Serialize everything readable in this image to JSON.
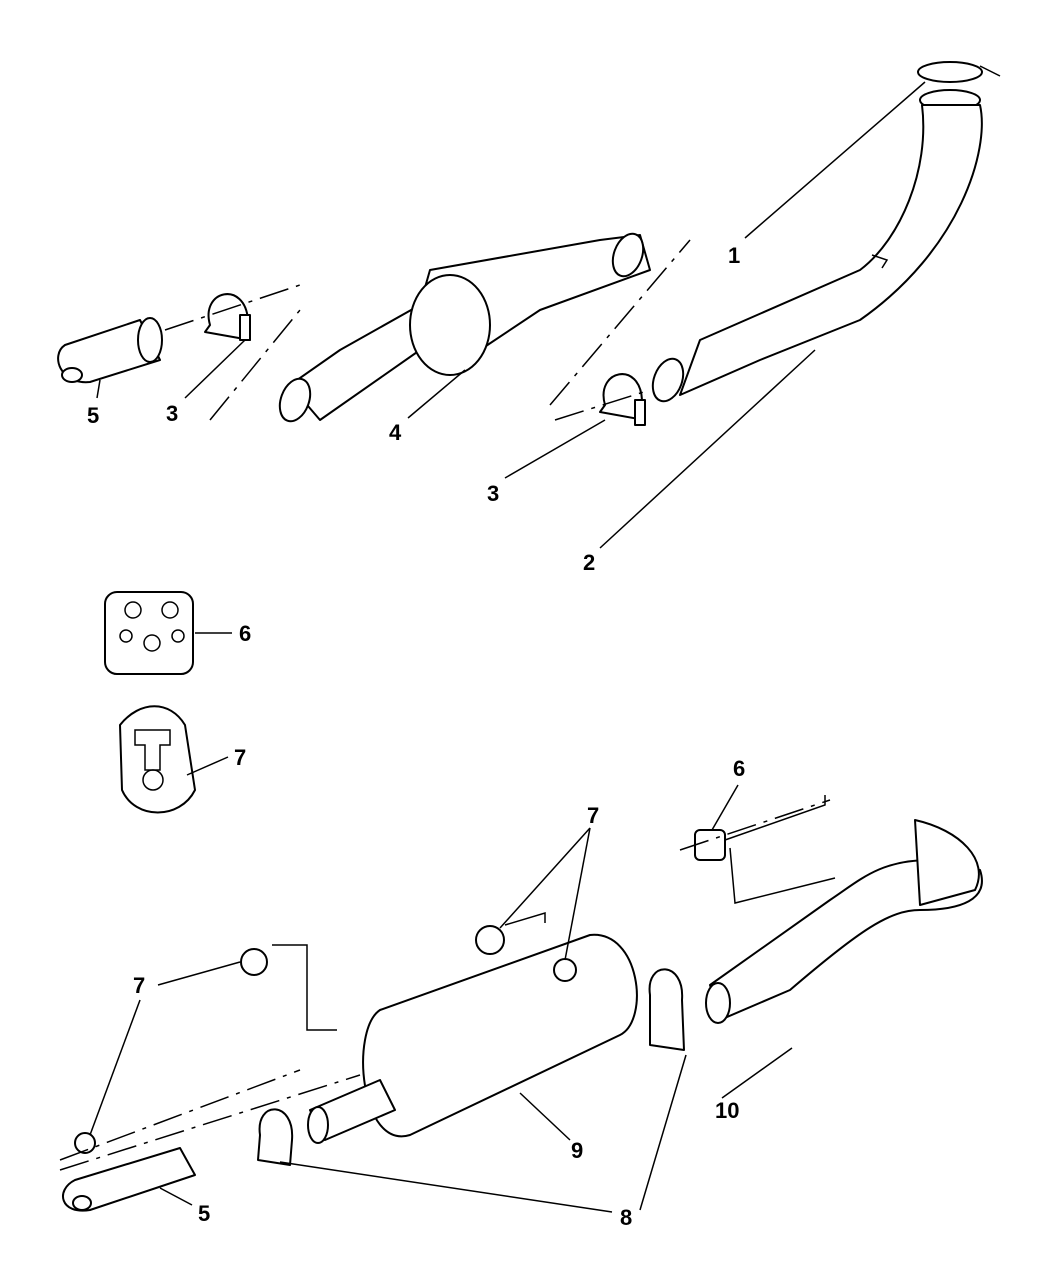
{
  "diagram": {
    "callouts": [
      {
        "id": "c1",
        "label": "1"
      },
      {
        "id": "c2",
        "label": "2"
      },
      {
        "id": "c3a",
        "label": "3"
      },
      {
        "id": "c3b",
        "label": "3"
      },
      {
        "id": "c4",
        "label": "4"
      },
      {
        "id": "c5a",
        "label": "5"
      },
      {
        "id": "c5b",
        "label": "5"
      },
      {
        "id": "c6a",
        "label": "6"
      },
      {
        "id": "c6b",
        "label": "6"
      },
      {
        "id": "c7a",
        "label": "7"
      },
      {
        "id": "c7b",
        "label": "7"
      },
      {
        "id": "c7c",
        "label": "7"
      },
      {
        "id": "c8",
        "label": "8"
      },
      {
        "id": "c9",
        "label": "9"
      },
      {
        "id": "c10",
        "label": "10"
      }
    ]
  }
}
